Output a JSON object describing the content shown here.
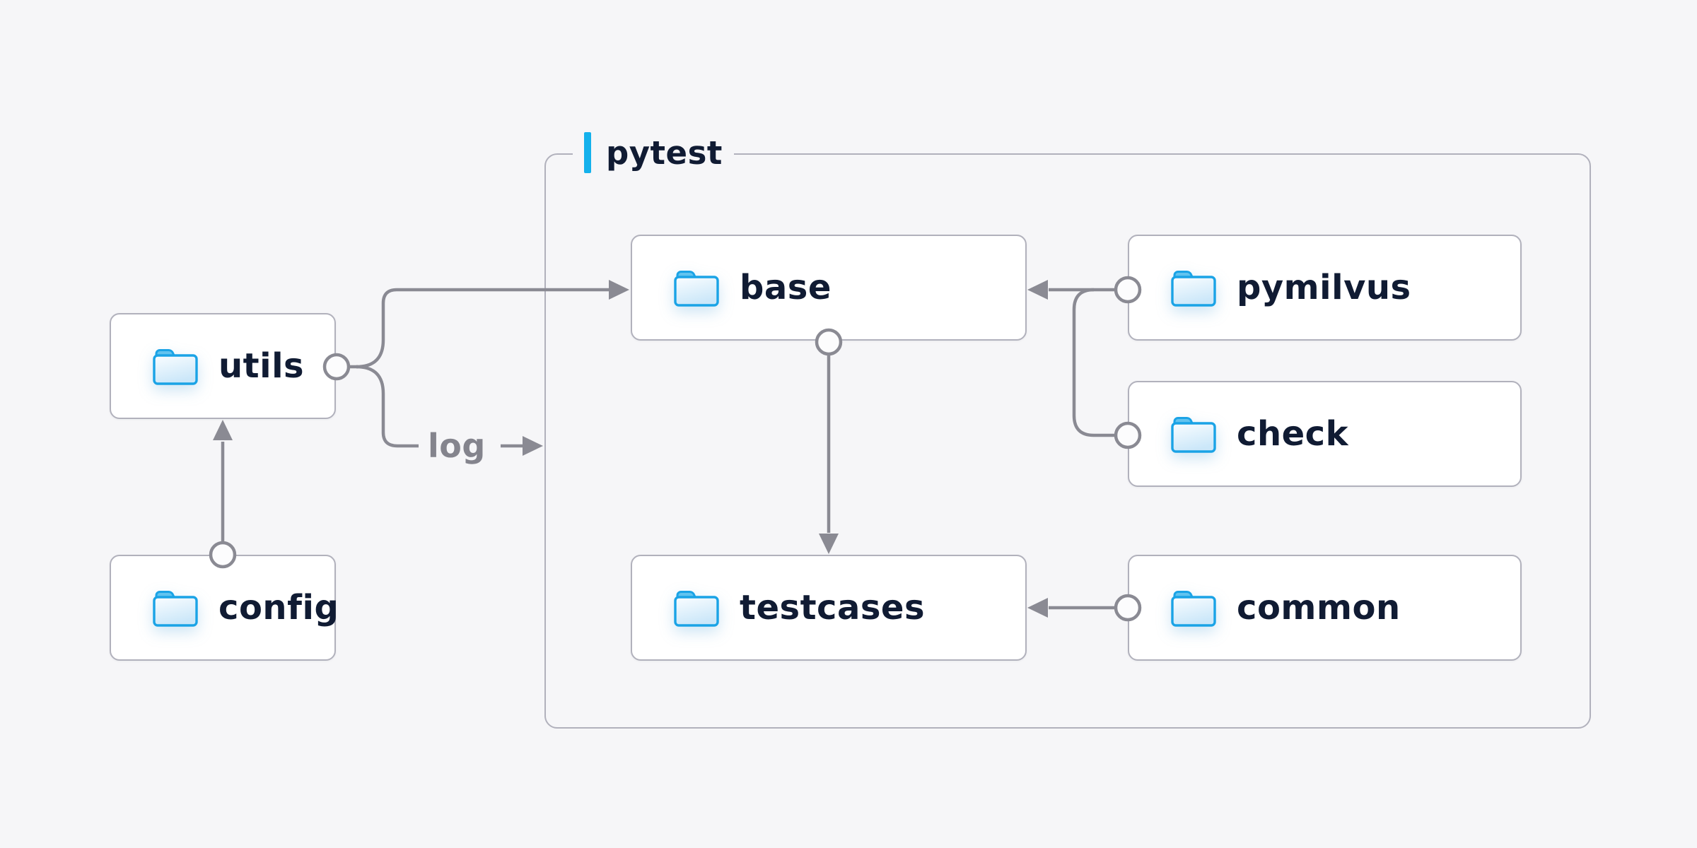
{
  "page": {
    "background": "#f6f6f8"
  },
  "diagram": {
    "group": {
      "label": "pytest",
      "accent_color": "#14b1ec"
    },
    "nodes": [
      {
        "id": "utils",
        "label": "utils",
        "icon": "folder-icon"
      },
      {
        "id": "config",
        "label": "config",
        "icon": "folder-icon"
      },
      {
        "id": "base",
        "label": "base",
        "icon": "folder-icon"
      },
      {
        "id": "pymilvus",
        "label": "pymilvus",
        "icon": "folder-icon"
      },
      {
        "id": "check",
        "label": "check",
        "icon": "folder-icon"
      },
      {
        "id": "testcases",
        "label": "testcases",
        "icon": "folder-icon"
      },
      {
        "id": "common",
        "label": "common",
        "icon": "folder-icon"
      }
    ],
    "edges": [
      {
        "from": "config",
        "to": "utils",
        "label": "",
        "tail": "circle",
        "head": "arrow"
      },
      {
        "from": "utils",
        "to": "base",
        "label": "",
        "tail": "circle",
        "head": "arrow"
      },
      {
        "from": "utils",
        "to": "pytest-group",
        "label": "log",
        "tail": "circle",
        "head": "arrow"
      },
      {
        "from": "pymilvus",
        "to": "base",
        "label": "",
        "tail": "circle",
        "head": "arrow"
      },
      {
        "from": "check",
        "to": "base",
        "label": "",
        "tail": "circle",
        "head": "arrow"
      },
      {
        "from": "base",
        "to": "testcases",
        "label": "",
        "tail": "circle",
        "head": "arrow"
      },
      {
        "from": "common",
        "to": "testcases",
        "label": "",
        "tail": "circle",
        "head": "arrow"
      }
    ],
    "colors": {
      "background": "#f6f6f8",
      "node_background": "#ffffff",
      "node_border": "#b1b1bc",
      "group_border": "#b1b1bc",
      "connector": "#8a8a93",
      "label_text": "#101b33",
      "edge_label_text": "#84848d",
      "accent": "#14b1ec",
      "folder_stroke": "#1aa3e6",
      "folder_tab": "#62c3ef",
      "folder_fill_light": "#fafdff",
      "folder_fill_dark": "#cbe7f9"
    }
  }
}
